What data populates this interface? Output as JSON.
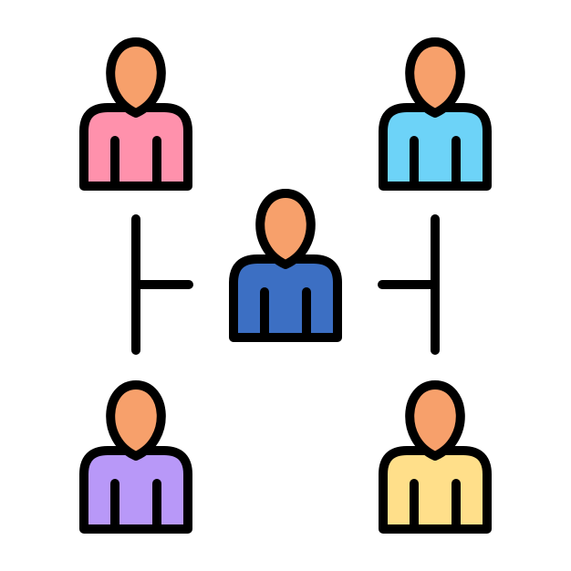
{
  "icon": {
    "name": "team-network-icon",
    "stroke_color": "#000000",
    "background_color": "#ffffff",
    "skin_color": "#F7A06B"
  },
  "people": [
    {
      "id": "top-left",
      "role": "member",
      "shirt_color": "#FF91AC"
    },
    {
      "id": "top-right",
      "role": "member",
      "shirt_color": "#6DD3F8"
    },
    {
      "id": "center",
      "role": "leader",
      "shirt_color": "#3C6FC3"
    },
    {
      "id": "bottom-left",
      "role": "member",
      "shirt_color": "#B898F8"
    },
    {
      "id": "bottom-right",
      "role": "member",
      "shirt_color": "#FFDF8A"
    }
  ]
}
